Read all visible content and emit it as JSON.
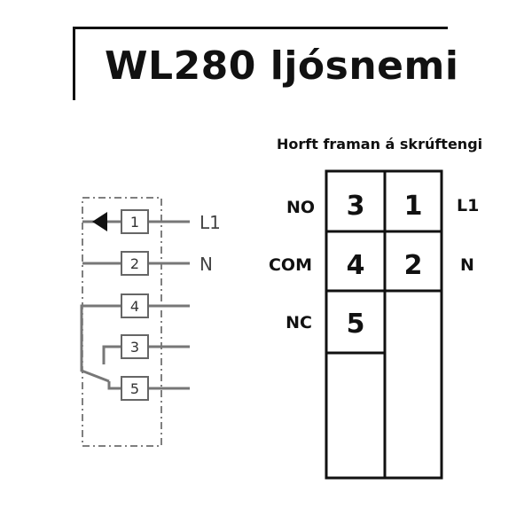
{
  "title": "WL280 ljósnemi",
  "subtitle": "Horft framan á skrúftengi",
  "schematic": {
    "terminals": [
      "1",
      "2",
      "4",
      "3",
      "5"
    ],
    "wire_labels": {
      "l1": "L1",
      "n": "N"
    }
  },
  "terminal_block": {
    "row_labels_left": [
      "NO",
      "COM",
      "NC"
    ],
    "row_labels_right": [
      "L1",
      "N"
    ],
    "cells": {
      "r1c1": "3",
      "r1c2": "1",
      "r2c1": "4",
      "r2c2": "2",
      "r3c1": "5"
    }
  },
  "colors": {
    "ink": "#111111",
    "schematic_line": "#777777",
    "schematic_dash": "#555555"
  }
}
